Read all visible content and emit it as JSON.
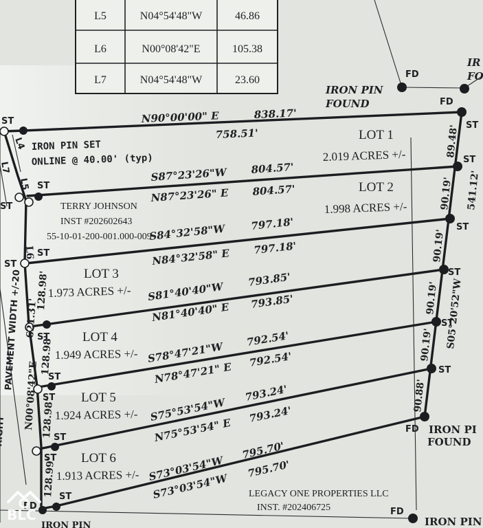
{
  "line_table": [
    {
      "id": "L5",
      "bearing": "N04°54'48\"W",
      "distance": "46.86"
    },
    {
      "id": "L6",
      "bearing": "N00°08'42\"E",
      "distance": "105.38"
    },
    {
      "id": "L7",
      "bearing": "N04°54'48\"W",
      "distance": "23.60"
    }
  ],
  "north_line": {
    "bearing": "N90°00'00\" E",
    "distance": "838.17'"
  },
  "lot1_north_distance": "758.51'",
  "lines": [
    {
      "upper": "S87°23'26\"W",
      "upper_dist": "804.57'",
      "lower": "N87°23'26\" E",
      "lower_dist": "804.57'"
    },
    {
      "upper": "S84°32'58\"W",
      "upper_dist": "797.18'",
      "lower": "N84°32'58\" E",
      "lower_dist": "797.18'"
    },
    {
      "upper": "S81°40'40\"W",
      "upper_dist": "793.85'",
      "lower": "N81°40'40\" E",
      "lower_dist": "793.85'"
    },
    {
      "upper": "S78°47'21\"W",
      "upper_dist": "792.54'",
      "lower": "N78°47'21\" E",
      "lower_dist": "792.54'"
    },
    {
      "upper": "S75°53'54\"W",
      "upper_dist": "793.24'",
      "lower": "N75°53'54\" E",
      "lower_dist": "793.24'"
    },
    {
      "upper": "S73°03'54\"W",
      "upper_dist": "795.70'",
      "lower": "S73°03'54\"W",
      "lower_dist": "795.70'"
    }
  ],
  "lots": [
    {
      "name": "LOT 1",
      "acres": "2.019 ACRES +/-"
    },
    {
      "name": "LOT 2",
      "acres": "1.998 ACRES +/-"
    },
    {
      "name": "LOT 3",
      "acres": "1.973 ACRES +/-"
    },
    {
      "name": "LOT 4",
      "acres": "1.949 ACRES +/-"
    },
    {
      "name": "LOT 5",
      "acres": "1.924 ACRES +/-"
    },
    {
      "name": "LOT 6",
      "acres": "1.913 ACRES +/-"
    }
  ],
  "east_segments": [
    "89.48'",
    "90.19'",
    "90.19'",
    "90.19'",
    "90.19'",
    "90.88'"
  ],
  "east_total": "541.12'",
  "east_bearing": "S05°20'52\"W",
  "west_segments": [
    "128.98'",
    "128.98'",
    "128.98'",
    "128.99'"
  ],
  "west_total": "621.31'",
  "west_bearing": "N00°08'42\"E",
  "west_line_label": "L6",
  "west_small_labels": [
    "L4",
    "L5",
    "L7"
  ],
  "road_label": "PAVEMENT WIDTH +/-20",
  "road_label2": "RIGHT",
  "iron_pin_set_note": [
    "IRON PIN SET",
    "ONLINE @ 40.00' (typ)"
  ],
  "owner_west": [
    "TERRY JOHNSON",
    "INST #202602643",
    "55-10-01-200-001.000-009"
  ],
  "owner_south": [
    "LEGACY ONE PROPERTIES LLC",
    "INST.  #202406725"
  ],
  "iron_pin_found_top": [
    "IRON PIN",
    "FOUND"
  ],
  "iron_pin_found_se": [
    "IRON PI",
    "FOUND"
  ],
  "iron_pin_south": "IRON PIN",
  "iron_pin_right_top": [
    "IR",
    "FO"
  ],
  "marker_st": "ST",
  "marker_fd": "FD",
  "logo_text": "BLC"
}
